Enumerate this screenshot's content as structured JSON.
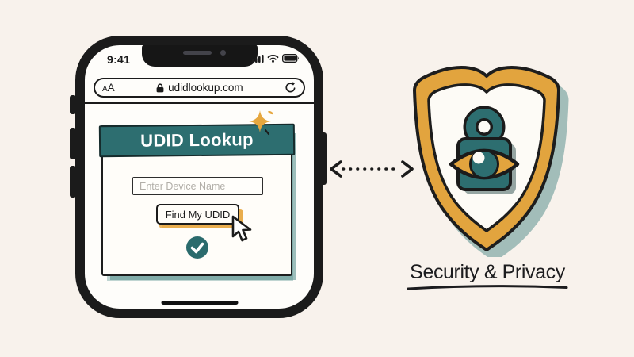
{
  "scene": {
    "background": "#f8f2ec",
    "palette": {
      "teal": "#2d6e70",
      "gold": "#e2a43e",
      "ink": "#1b1b1b",
      "shadow_teal": "#4e8a88"
    }
  },
  "phone": {
    "status_bar": {
      "time": "9:41",
      "icons": [
        "signal-bars-icon",
        "wifi-icon",
        "battery-icon"
      ]
    },
    "browser_bar": {
      "text_size_small": "A",
      "text_size_large": "A",
      "lock_icon": "padlock-icon",
      "url": "udidlookup.com",
      "reload_icon": "reload-icon"
    },
    "webpage": {
      "header_title": "UDID Lookup",
      "sparkle_icon": "sparkle-icon",
      "device_name_input": {
        "value": "",
        "placeholder": "Enter Device Name"
      },
      "find_udid_button_label": "Find My UDID",
      "cursor_icon": "mouse-pointer-icon",
      "success_icon": "checkmark-icon"
    }
  },
  "connector": {
    "style": "dotted-double-headed-arrow"
  },
  "shield": {
    "icons": [
      "shield-icon",
      "padlock-icon",
      "eye-icon"
    ],
    "label": "Security & Privacy"
  }
}
